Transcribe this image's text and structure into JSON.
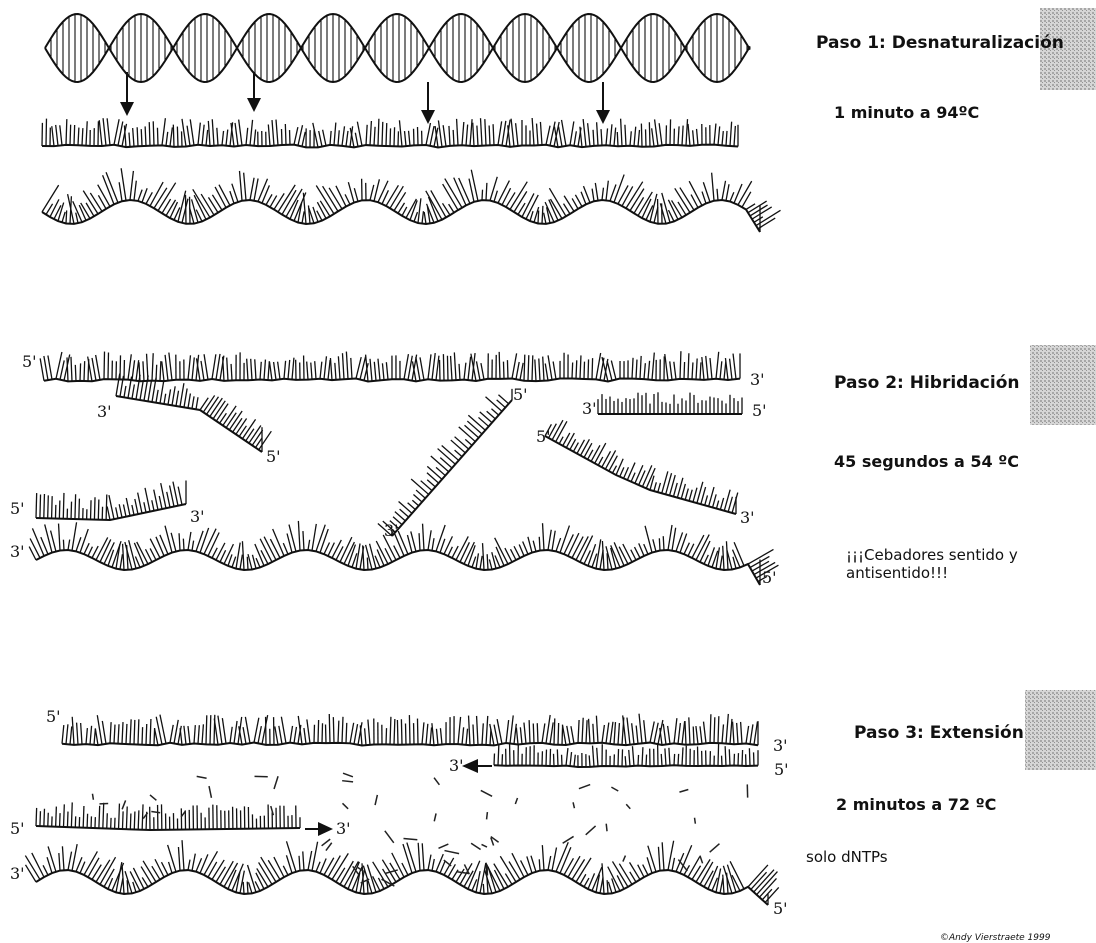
{
  "steps": [
    {
      "title": "Paso 1: Desnaturalización",
      "condition": "1 minuto a 94ºC",
      "note": ""
    },
    {
      "title": "Paso 2: Hibridación",
      "condition": "45 segundos a 54 ºC",
      "note_line1": "¡¡¡Cebadores sentido y",
      "note_line2": "antisentido!!!"
    },
    {
      "title": "Paso 3: Extensión",
      "condition": "2 minutos a 72 ºC",
      "note": "solo dNTPs"
    }
  ],
  "strand_labels": {
    "five": "5'",
    "three": "3'"
  },
  "credit": "©Andy Vierstraete 1999",
  "colors": {
    "ink": "#111111",
    "label_shade": "#9a9a9a",
    "background": "#ffffff"
  }
}
